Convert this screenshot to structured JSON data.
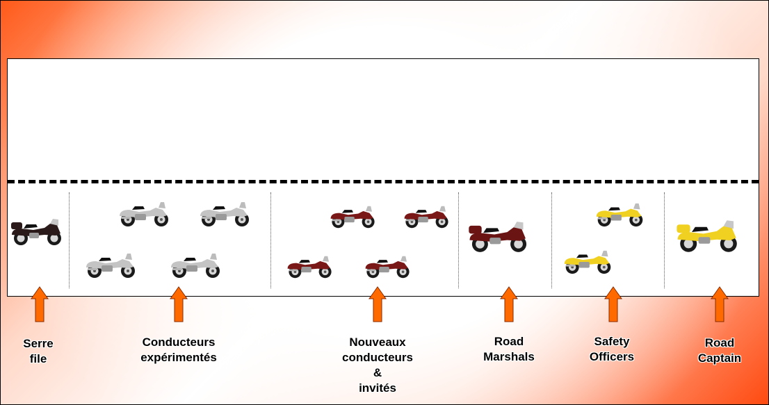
{
  "colors": {
    "arrow": "#ff6a00",
    "bike_black": "#222222",
    "bike_burgundy": "#7a1818",
    "bike_yellow": "#f0d020",
    "chrome": "#c8c8c8"
  },
  "groups": [
    {
      "id": "serre-file",
      "lines": [
        "Serre",
        "file"
      ],
      "bike_color": "black"
    },
    {
      "id": "conducteurs-experimentes",
      "lines": [
        "Conducteurs",
        "expérimentés"
      ],
      "bike_color": "chrome"
    },
    {
      "id": "nouveaux-conducteurs",
      "lines": [
        "Nouveaux",
        "conducteurs",
        "&",
        "invités"
      ],
      "bike_color": "burgundy"
    },
    {
      "id": "road-marshals",
      "lines": [
        "Road",
        "Marshals"
      ],
      "bike_color": "burgundy"
    },
    {
      "id": "safety-officers",
      "lines": [
        "Safety",
        "Officers"
      ],
      "bike_color": "yellow"
    },
    {
      "id": "road-captain",
      "lines": [
        "Road",
        "Captain"
      ],
      "bike_color": "yellow"
    }
  ]
}
